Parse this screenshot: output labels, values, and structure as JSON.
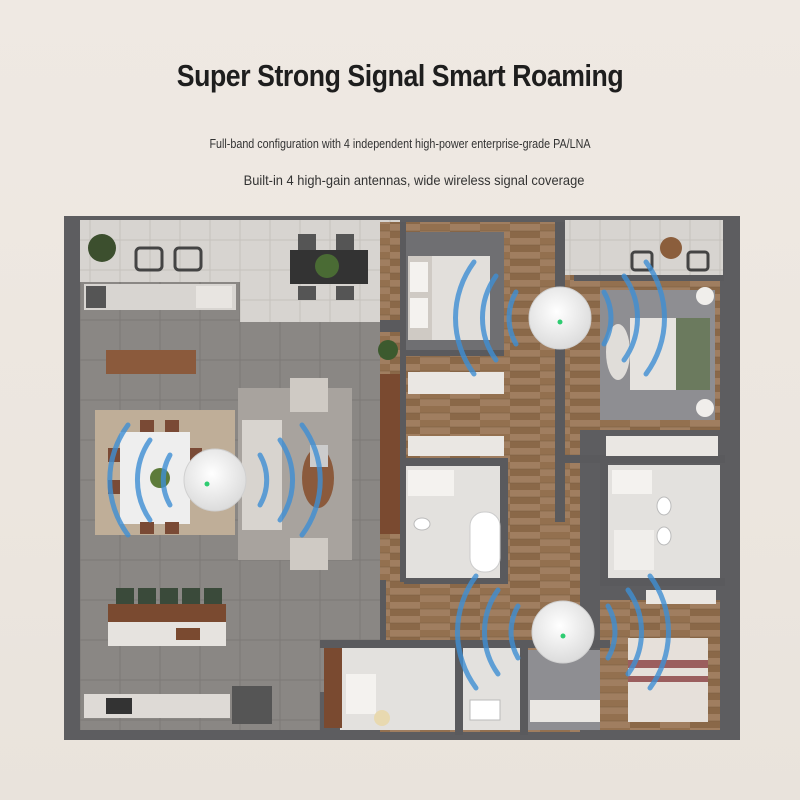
{
  "header": {
    "title": "Super Strong Signal Smart Roaming",
    "subtitle": "Full-band configuration with 4 independent high-power enterprise-grade PA/LNA",
    "tagline": "Built-in 4 high-gain antennas, wide wireless signal coverage"
  },
  "colors": {
    "wall": "#6b6b6d",
    "floor_tile": "#8a8784",
    "wood_floor": "#9c7a5d",
    "signal_wave": "#3f8fd4",
    "router_body": "#f7f7f7",
    "router_led": "#2ecc71"
  },
  "icons": [
    "router-icon",
    "signal-wave-icon",
    "bed-icon",
    "sofa-icon",
    "bathtub-icon",
    "toilet-icon",
    "plant-icon",
    "dining-table-icon"
  ]
}
